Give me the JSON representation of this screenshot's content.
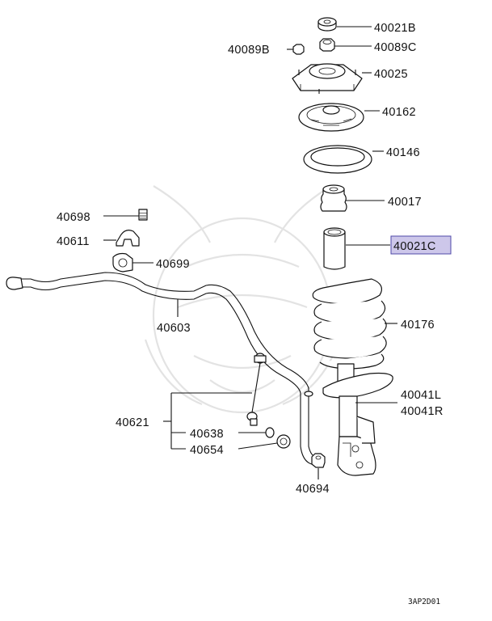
{
  "diagram": {
    "part_labels": [
      "40021B",
      "40089B",
      "40089C",
      "40025",
      "40162",
      "40146",
      "40017",
      "40021C",
      "40176",
      "40041L",
      "40041R",
      "40698",
      "40611",
      "40699",
      "40603",
      "40621",
      "40638",
      "40654",
      "40694"
    ],
    "highlighted": "40021C",
    "diagram_code": "3AP2D01",
    "colors": {
      "highlight_fill": "#cdc7ea",
      "highlight_border": "#4f48a8",
      "line": "#111111"
    }
  }
}
